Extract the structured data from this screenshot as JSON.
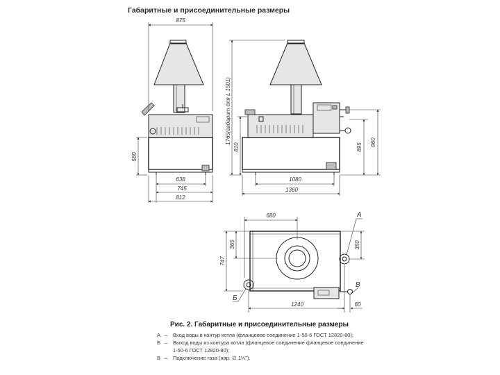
{
  "title": "Габаритные и присоединительные размеры",
  "dimensions": {
    "front_width_top": "875",
    "front_height_580": "580",
    "front_638": "638",
    "front_745": "745",
    "front_812": "812",
    "side_height_1765": "1765(габарит для L 1501)",
    "side_810": "810",
    "side_1080": "1080",
    "side_1360": "1360",
    "side_895": "895",
    "side_960": "960",
    "plan_680": "680",
    "plan_365": "365",
    "plan_747": "747",
    "plan_350": "350",
    "plan_1240": "1240",
    "plan_60": "60"
  },
  "callouts": {
    "a": "А",
    "b": "Б",
    "v": "В"
  },
  "caption": "Рис. 2. Габаритные и присоединительные размеры",
  "legend": [
    {
      "key": "А",
      "dash": "–",
      "text": "Вход воды в контур котла (фланцевое соединение 1-50-6 ГОСТ 12820-80);"
    },
    {
      "key": "Б",
      "dash": "–",
      "text": "Выход воды из контура котла (фланцевое соединение фланцевое соединение 1-50-6 ГОСТ 12820-80);"
    },
    {
      "key": "В",
      "dash": "–",
      "text": "Подключение газа (нар. ∅ 1¼\")."
    }
  ]
}
